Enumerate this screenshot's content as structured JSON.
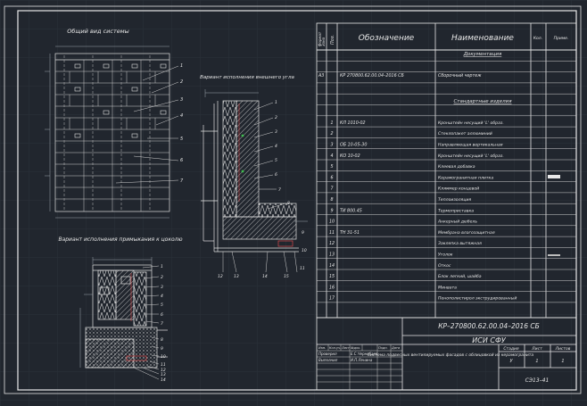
{
  "views": {
    "general": "Общий вид системы",
    "corner": "Вариант исполнения внешнего угла",
    "plinth": "Вариант исполнения примыкания к цоколю"
  },
  "spec": {
    "headers": {
      "format": "Формат",
      "zone": "Зона",
      "pos": "Поз.",
      "designation": "Обозначение",
      "name": "Наименование",
      "qty": "Кол.",
      "note": "Приме."
    },
    "sections": {
      "documentation": "Документация",
      "std_products": "Стандартные изделия"
    },
    "doc_row": {
      "format": "А3",
      "designation": "КР 270800.62.00.04–2016 СБ",
      "name": "Сборочный чертеж"
    },
    "rows": [
      {
        "pos": "1",
        "designation": "КЛ 1010-02",
        "name": "Кронштейн несущий 'L' образ.",
        "qty": "",
        "note": ""
      },
      {
        "pos": "2",
        "designation": "",
        "name": "Стеклопакет аллюминий",
        "qty": "",
        "note": ""
      },
      {
        "pos": "3",
        "designation": "ОБ 10-05-30",
        "name": "Направляющая вертикальная",
        "qty": "",
        "note": ""
      },
      {
        "pos": "4",
        "designation": "КО 10-02",
        "name": "Кронштейн несущий 'L' образ.",
        "qty": "",
        "note": ""
      },
      {
        "pos": "5",
        "designation": "",
        "name": "Клеевая добавка",
        "qty": "",
        "note": ""
      },
      {
        "pos": "6",
        "designation": "",
        "name": "Керамогранитная плитка",
        "qty": "",
        "note": ""
      },
      {
        "pos": "7",
        "designation": "",
        "name": "Кляммер концевой",
        "qty": "",
        "note": ""
      },
      {
        "pos": "8",
        "designation": "",
        "name": "Теплоизоляция",
        "qty": "",
        "note": ""
      },
      {
        "pos": "9",
        "designation": "ТИ 800.45",
        "name": "Термоприставка",
        "qty": "",
        "note": ""
      },
      {
        "pos": "10",
        "designation": "",
        "name": "Анкерный дюбель",
        "qty": "",
        "note": ""
      },
      {
        "pos": "11",
        "designation": "ТН 31-51",
        "name": "Мембрана влагозащитная",
        "qty": "",
        "note": ""
      },
      {
        "pos": "12",
        "designation": "",
        "name": "Заклепка вытяжная",
        "qty": "",
        "note": ""
      },
      {
        "pos": "13",
        "designation": "",
        "name": "Уголок",
        "qty": "",
        "note": ""
      },
      {
        "pos": "14",
        "designation": "",
        "name": "Откос",
        "qty": "",
        "note": ""
      },
      {
        "pos": "15",
        "designation": "",
        "name": "Блок легкий, шайба",
        "qty": "",
        "note": ""
      },
      {
        "pos": "16",
        "designation": "",
        "name": "Минвата",
        "qty": "",
        "note": ""
      },
      {
        "pos": "17",
        "designation": "",
        "name": "Пенополистирол экструдированный",
        "qty": "",
        "note": ""
      }
    ]
  },
  "title_block": {
    "doc_code": "КР–270800.62.00.04–2016 СБ",
    "org": "ИСИ СФУ",
    "description": "Система подвесных вентилируемых фасадов с облицовкой из керамогранита",
    "stage_labels": [
      "Стадия",
      "Лист",
      "Листов"
    ],
    "stage_values": [
      "У",
      "1",
      "1"
    ],
    "group": "СЭ13–41",
    "staff_headers": [
      "Изм.",
      "Кол.уч.",
      "Лист",
      "№док.",
      "Подп.",
      "Дата"
    ],
    "roles": [
      {
        "role": "Проверил",
        "name": "Е.С.Чернобаев"
      },
      {
        "role": "Выполнил",
        "name": "И.П.Ленина"
      }
    ]
  },
  "callouts": {
    "facade": [
      "1",
      "2",
      "3",
      "4",
      "5",
      "6",
      "7"
    ],
    "corner": [
      "1",
      "2",
      "3",
      "4",
      "5",
      "6",
      "7",
      "8",
      "9",
      "10",
      "11",
      "12",
      "13",
      "14",
      "15"
    ],
    "plinth": [
      "1",
      "2",
      "3",
      "4",
      "5",
      "6",
      "7",
      "8",
      "9",
      "10",
      "11",
      "12",
      "13",
      "14"
    ]
  },
  "colors": {
    "background": "#21262e",
    "grid": "#2c323c",
    "line": "#e8e8e8",
    "dim": "#9fa6ae",
    "accent_red": "#d84a4a",
    "accent_green": "#3fbf4f"
  }
}
